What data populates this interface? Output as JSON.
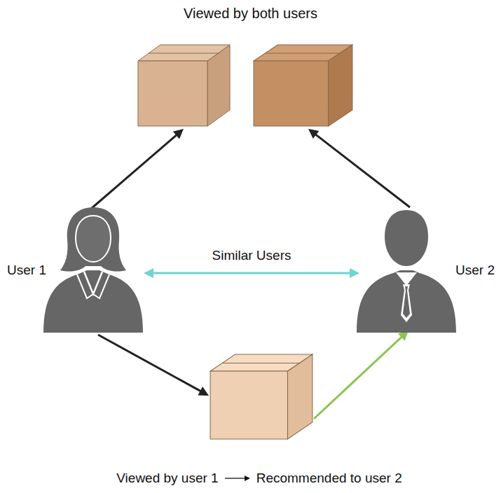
{
  "diagram": {
    "nodes": [
      {
        "text": [
          "User 1"
        ]
      },
      {
        "text": [
          "User 2"
        ]
      },
      {
        "text": [
          "Viewed by both users"
        ]
      },
      {
        "text": [
          "Viewed by user 1",
          "Recommended to user 2"
        ]
      }
    ],
    "edges": [
      {
        "from": 0,
        "to": 2,
        "arrow": "to"
      },
      {
        "from": 1,
        "to": 2,
        "arrow": "to"
      },
      {
        "from": 0,
        "to": 1,
        "label": "Similar Users",
        "arrow": "both"
      },
      {
        "from": 0,
        "to": 3,
        "arrow": "to"
      },
      {
        "from": 3,
        "to": 1,
        "arrow": "to"
      }
    ]
  }
}
